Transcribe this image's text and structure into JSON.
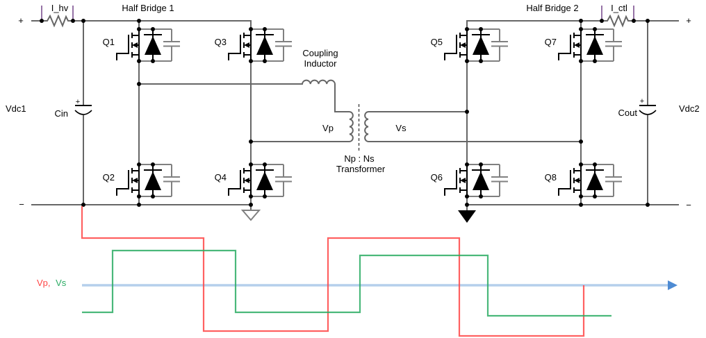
{
  "title": "Dual Active Bridge DC-DC converter schematic with Vp/Vs waveforms",
  "colors": {
    "wire": "#666666",
    "device": "#000000",
    "bar_gray": "#808080",
    "probe_purple": "#9673a6",
    "vp_red": "#ff4545",
    "vs_green": "#2aab63",
    "axis_blue": "#b5cfec",
    "arrow_blue": "#4e8bd3"
  },
  "schematic": {
    "labels": {
      "plus_left": "+",
      "minus_left": "−",
      "plus_right": "+",
      "minus_right": "−",
      "vdc1": "Vdc1",
      "vdc2": "Vdc2",
      "cin": "Cin",
      "cin_plus": "+",
      "cout": "Cout",
      "cout_plus": "+",
      "i_hv": "I_hv",
      "i_ctl": "I_ctl",
      "half_bridge_1": "Half Bridge 1",
      "half_bridge_2": "Half Bridge 2",
      "coupling_line1": "Coupling",
      "coupling_line2": "Inductor",
      "vp": "Vp",
      "vs": "Vs",
      "np_ns": "Np : Ns",
      "transformer": "Transformer"
    },
    "mosfets": [
      {
        "label": "Q1"
      },
      {
        "label": "Q2"
      },
      {
        "label": "Q3"
      },
      {
        "label": "Q4"
      },
      {
        "label": "Q5"
      },
      {
        "label": "Q6"
      },
      {
        "label": "Q7"
      },
      {
        "label": "Q8"
      }
    ]
  },
  "chart_data": {
    "type": "line",
    "title": "",
    "xlabel": "",
    "ylabel": "",
    "legend": {
      "vp": "Vp,",
      "vs": "Vs"
    },
    "description": "Phase-shifted square waves Vp (red, larger amplitude) and Vs (green, smaller amplitude, lagging) around an unlabeled light-blue time axis; no tick marks or numeric scales shown.",
    "axis": {
      "y": 411,
      "x1": 118,
      "x2": 961,
      "tip_x": 975,
      "color": "#b5cfec",
      "arrow_color": "#4e8bd3"
    },
    "series": [
      {
        "name": "Vp",
        "color": "#ff4545",
        "points": [
          [
            118,
            297
          ],
          [
            118,
            343
          ],
          [
            293,
            343
          ],
          [
            293,
            477
          ],
          [
            472,
            477
          ],
          [
            472,
            343
          ],
          [
            661,
            343
          ],
          [
            661,
            484
          ],
          [
            840,
            484
          ],
          [
            840,
            411
          ]
        ]
      },
      {
        "name": "Vs",
        "color": "#2aab63",
        "points": [
          [
            118,
            450
          ],
          [
            162,
            450
          ],
          [
            162,
            361
          ],
          [
            339,
            361
          ],
          [
            339,
            450
          ],
          [
            518,
            450
          ],
          [
            518,
            368
          ],
          [
            702,
            368
          ],
          [
            702,
            455
          ],
          [
            880,
            455
          ]
        ]
      }
    ]
  }
}
